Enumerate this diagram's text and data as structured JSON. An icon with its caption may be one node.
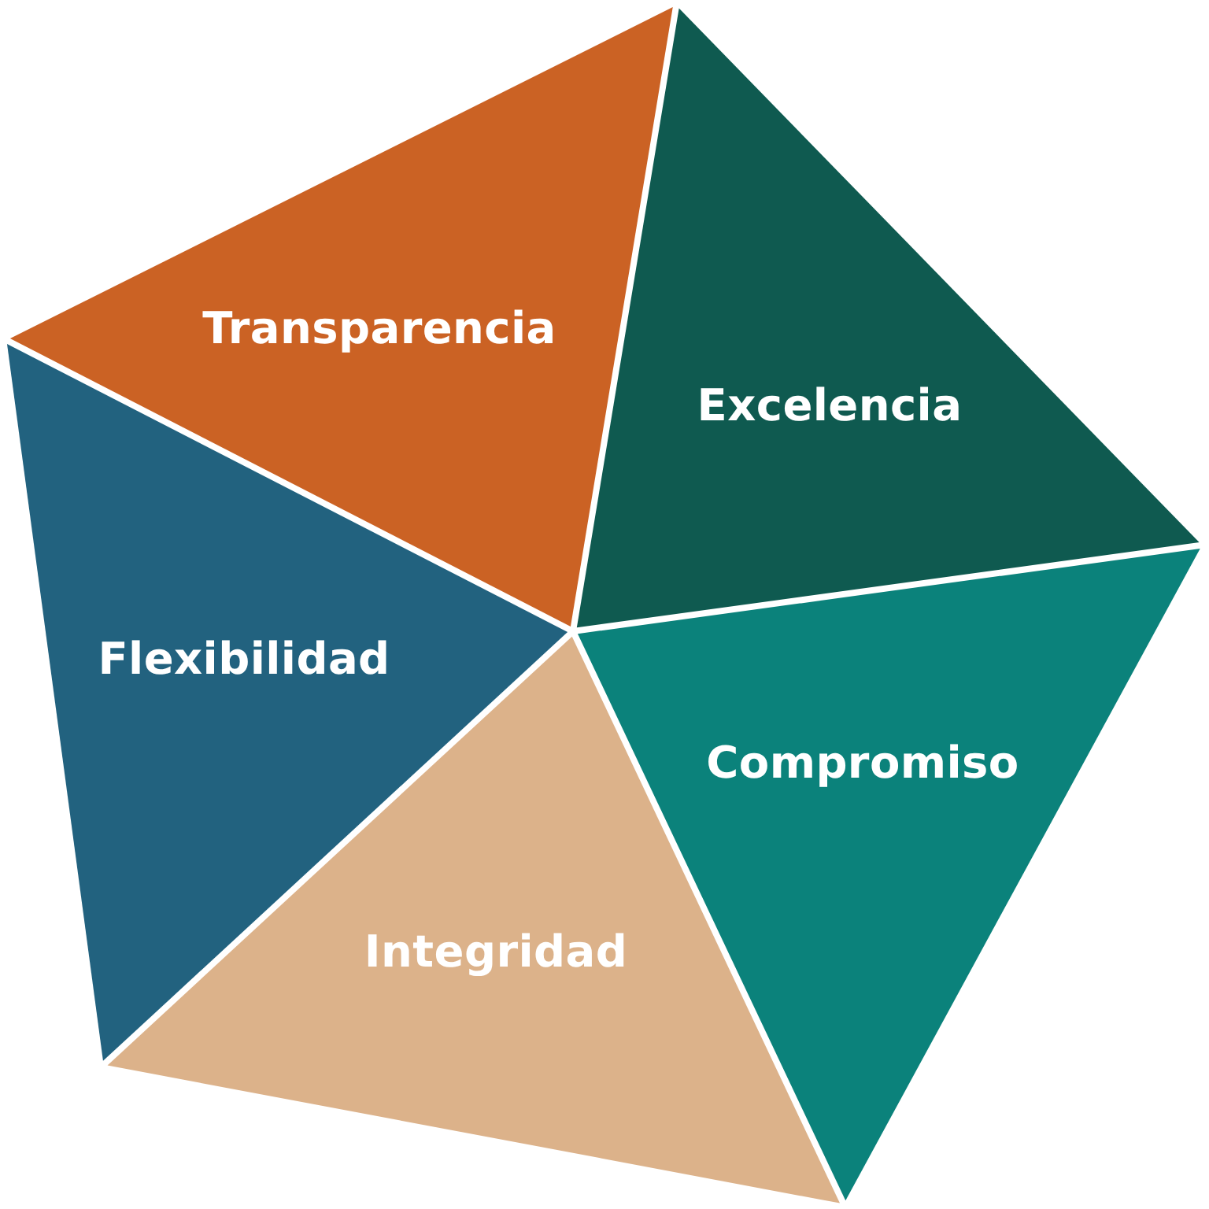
{
  "diagram": {
    "nodes": [
      {
        "text": [
          "Transparencia"
        ]
      },
      {
        "text": [
          "Excelencia"
        ]
      },
      {
        "text": [
          "Flexibilidad"
        ]
      },
      {
        "text": [
          "Compromiso"
        ]
      },
      {
        "text": [
          "Integridad"
        ]
      }
    ]
  }
}
